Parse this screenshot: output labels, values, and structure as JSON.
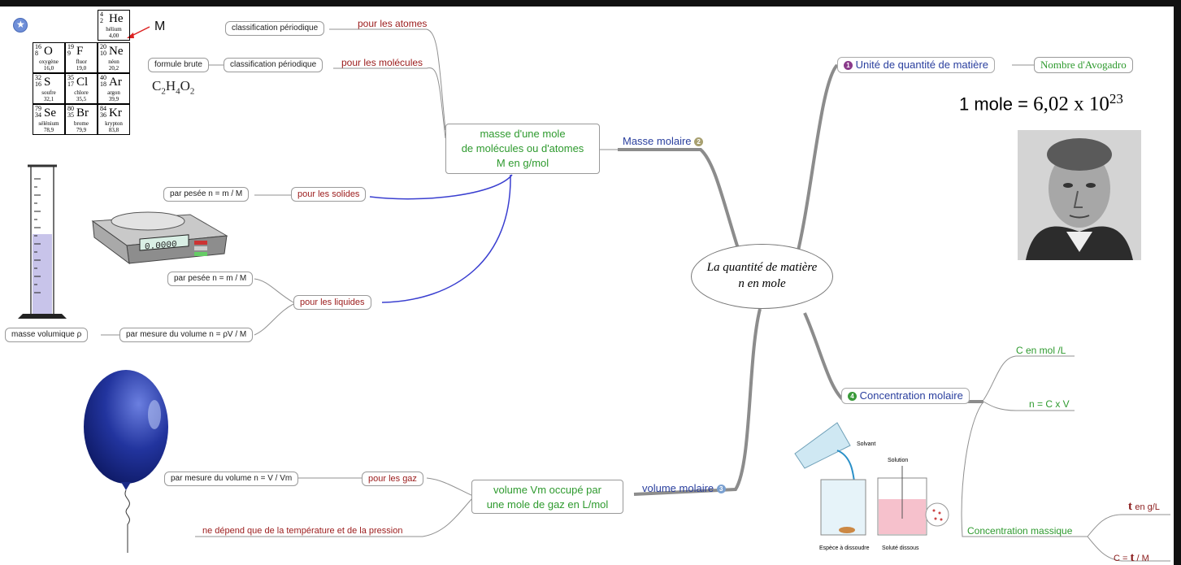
{
  "center": {
    "line1": "La quantité de matière",
    "line2": "n en mole"
  },
  "branch1": {
    "title": "Unité de quantité de matière",
    "number": "1",
    "child": "Nombre d'Avogadro",
    "formula_prefix": "1 mole = ",
    "formula_value": "6,02 x 10",
    "formula_exp": "23"
  },
  "branch2": {
    "title": "Masse molaire",
    "number": "2",
    "node": {
      "l1": "masse d'une mole",
      "l2": "de molécules ou d'atomes",
      "l3": "M en g/mol"
    },
    "atomes": "pour les atomes",
    "atomes_child": "classification périodique",
    "molecules": "pour les molécules",
    "molecules_child": "classification périodique",
    "molecules_child2": "formule brute",
    "formula": "C2H4O2",
    "solides": "pour les solides",
    "solides_child": "par pesée  n = m / M",
    "liquides": "pour les liquides",
    "liquides_child1": "par pesée n = m / M",
    "liquides_child2": "par mesure du volume n = ρV / M",
    "liquides_child3": "masse volumique ρ",
    "m_label": "M",
    "balance_display": "0.0000"
  },
  "branch3": {
    "title": "volume molaire",
    "number": "3",
    "node": {
      "l1": "volume Vm occupé par",
      "l2": "une mole de gaz en L/mol"
    },
    "gaz": "pour les gaz",
    "gaz_child": "par mesure du volume n = V / Vm",
    "note": "ne dépend que de la température et de la pression"
  },
  "branch4": {
    "title": "Concentration molaire",
    "number": "4",
    "c1": "C en mol /L",
    "c2": "n = C x V",
    "massique": "Concentration massique",
    "t_symbol": "t",
    "t_unit": "en g/L",
    "c_eq": "C = ",
    "t2": "t",
    "t2_unit": " / M",
    "img_solvant": "Solvant",
    "img_solution": "Solution",
    "img_espece": "Espèce à dissoudre",
    "img_solute": "Soluté dissous"
  },
  "periodic": [
    {
      "a": "4",
      "z": "2",
      "sym": "He",
      "name": "hélium",
      "mass": "4,00"
    },
    {
      "a": "16",
      "z": "8",
      "sym": "O",
      "name": "oxygène",
      "mass": "16,0"
    },
    {
      "a": "19",
      "z": "9",
      "sym": "F",
      "name": "fluor",
      "mass": "19,0"
    },
    {
      "a": "20",
      "z": "10",
      "sym": "Ne",
      "name": "néon",
      "mass": "20,2"
    },
    {
      "a": "32",
      "z": "16",
      "sym": "S",
      "name": "soufre",
      "mass": "32,1"
    },
    {
      "a": "35",
      "z": "17",
      "sym": "Cl",
      "name": "chlore",
      "mass": "35,5"
    },
    {
      "a": "40",
      "z": "18",
      "sym": "Ar",
      "name": "argon",
      "mass": "39,9"
    },
    {
      "a": "79",
      "z": "34",
      "sym": "Se",
      "name": "sélénium",
      "mass": "78,9"
    },
    {
      "a": "80",
      "z": "35",
      "sym": "Br",
      "name": "brome",
      "mass": "79,9"
    },
    {
      "a": "84",
      "z": "36",
      "sym": "Kr",
      "name": "krypton",
      "mass": "83,8"
    }
  ],
  "colors": {
    "red": "#9b1b1b",
    "green": "#2e9a2e",
    "blue": "#2a3f9e",
    "line_blue": "#3a3fd0",
    "line_grey": "#909090"
  }
}
